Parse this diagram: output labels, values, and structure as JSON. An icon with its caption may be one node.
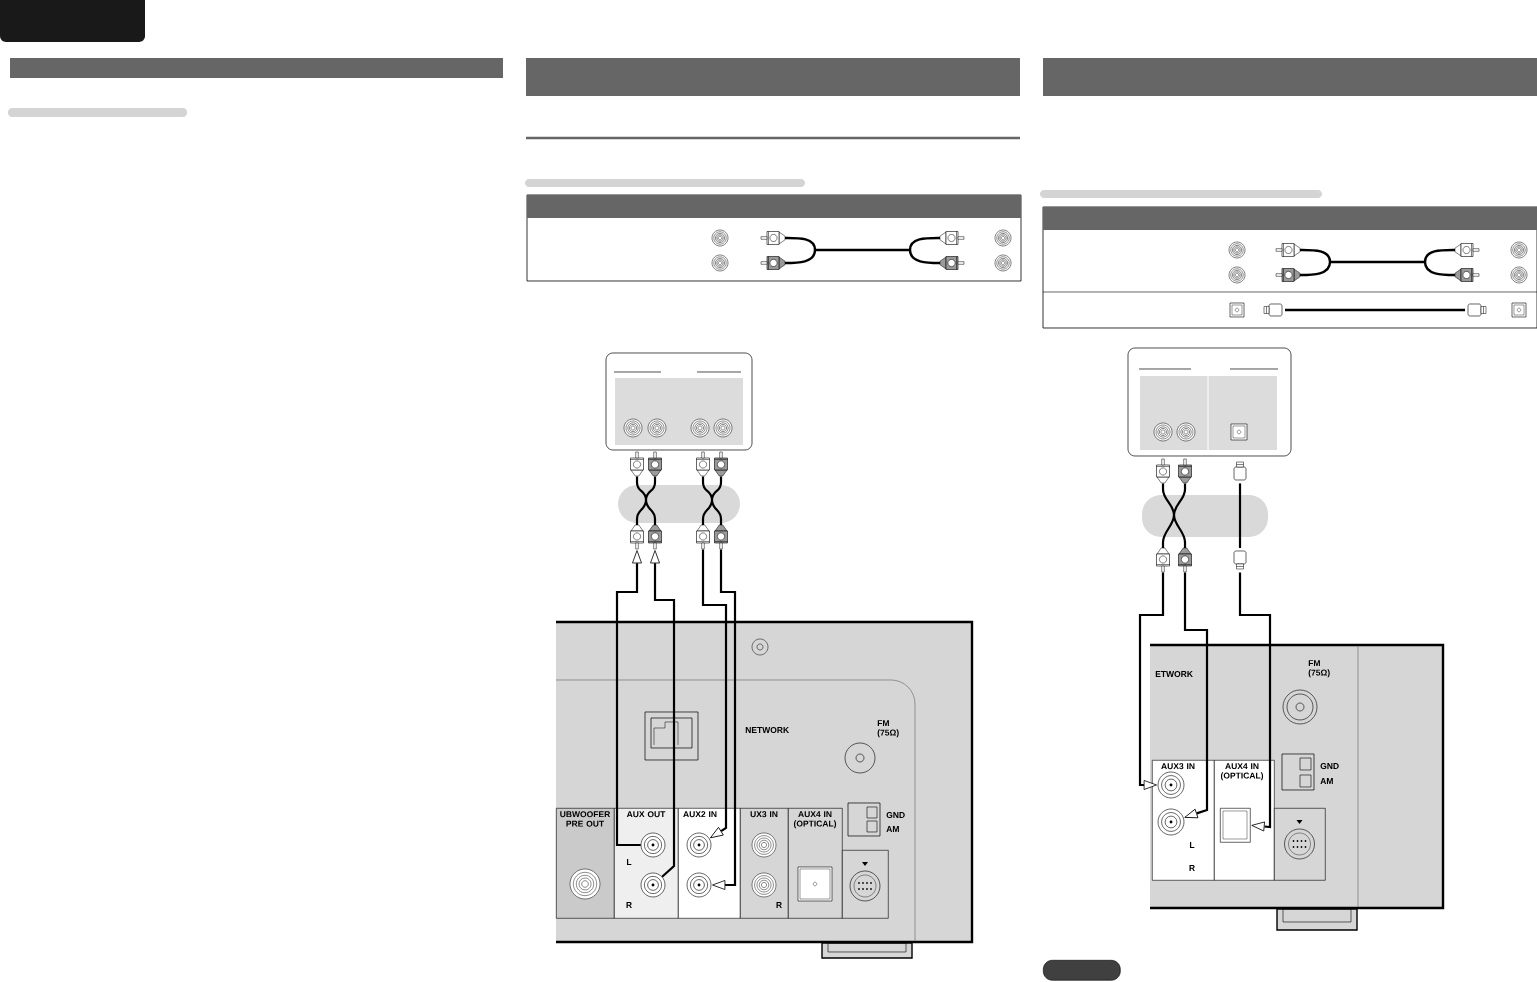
{
  "diagram": {
    "nodes": [
      {
        "text": [],
        "shape": "box"
      },
      {
        "text": [],
        "shape": "plug"
      },
      {
        "text": [],
        "shape": "plug"
      },
      {
        "text": [
          "UBWOOFER PRE OUT"
        ]
      },
      {
        "text": [
          "AUX OUT",
          "L",
          "R"
        ]
      },
      {
        "text": [],
        "shape": "circle",
        "in": 4
      },
      {
        "text": [],
        "shape": "circle",
        "in": 4
      },
      {
        "text": [
          "AUX2 IN"
        ]
      },
      {
        "text": [],
        "shape": "circle",
        "in": 7
      },
      {
        "text": [],
        "shape": "circle",
        "in": 7
      },
      {
        "text": [
          "UX3 IN",
          "R"
        ]
      },
      {
        "text": [
          "AUX4 IN (OPTICAL)"
        ]
      },
      {
        "text": [],
        "shape": "box"
      },
      {
        "text": [],
        "shape": "box"
      },
      {
        "text": [],
        "shape": "plug"
      },
      {
        "text": [],
        "shape": "plug"
      },
      {
        "text": [
          "AUX3 IN",
          "L",
          "R"
        ]
      },
      {
        "text": [],
        "shape": "circle",
        "in": 16
      },
      {
        "text": [],
        "shape": "circle",
        "in": 16
      },
      {
        "text": [
          "AUX4 IN (OPTICAL)"
        ]
      },
      {
        "text": [],
        "shape": "box",
        "in": 19
      },
      {
        "text": [],
        "shape": "box"
      },
      {
        "text": [],
        "shape": "box"
      }
    ],
    "edges": [
      {
        "from": 0,
        "to": 1,
        "arrow": "none"
      },
      {
        "from": 0,
        "to": 2,
        "arrow": "none"
      },
      {
        "from": 5,
        "to": 1,
        "arrow": "to"
      },
      {
        "from": 6,
        "to": 1,
        "arrow": "to"
      },
      {
        "from": 2,
        "to": 8,
        "arrow": "to"
      },
      {
        "from": 2,
        "to": 9,
        "arrow": "to"
      },
      {
        "from": 13,
        "to": 14,
        "arrow": "none"
      },
      {
        "from": 13,
        "to": 15,
        "arrow": "none"
      },
      {
        "from": 14,
        "to": 17,
        "arrow": "to"
      },
      {
        "from": 14,
        "to": 18,
        "arrow": "to"
      },
      {
        "from": 15,
        "to": 20,
        "arrow": "to"
      }
    ],
    "labels": [
      "NETWORK",
      "FM (75Ω)",
      "GND",
      "AM",
      "ETWORK",
      "FM (75Ω)",
      "GND",
      "AM"
    ]
  }
}
